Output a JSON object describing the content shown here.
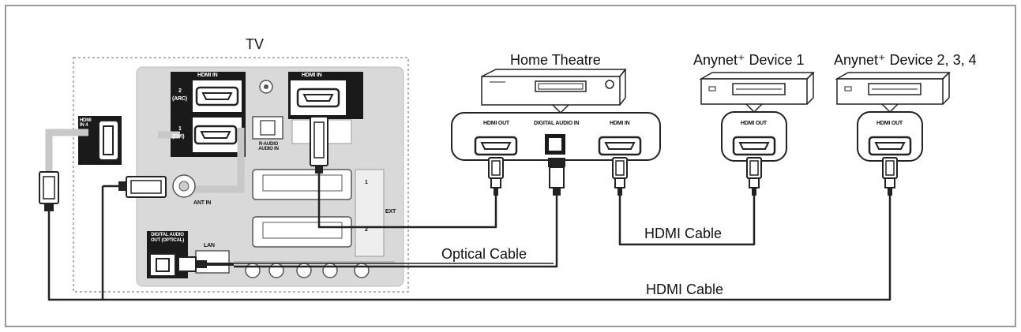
{
  "labels": {
    "tv": "TV",
    "home_theatre": "Home Theatre",
    "anynet_device_1": "Anynet⁺ Device 1",
    "anynet_device_234": "Anynet⁺ Device 2, 3, 4",
    "optical_cable": "Optical Cable",
    "hdmi_cable_upper": "HDMI Cable",
    "hdmi_cable_lower": "HDMI Cable"
  },
  "port_labels": {
    "tv_hdmi_in_left": "HDMI IN",
    "tv_hdmi_in_right": "HDMI IN",
    "tv_port_2": "2",
    "tv_port_2_sub": "(ARC)",
    "tv_port_1": "1",
    "tv_port_1_sub": "(DVI)",
    "tv_side_hdmi": "HDMI IN 4",
    "tv_digital_audio_out": "DIGITAL AUDIO OUT (OPTICAL)",
    "tv_lan": "LAN",
    "tv_ant_in": "ANT IN",
    "tv_av_audio": "R-AUDIO AUDIO IN",
    "tv_ext_1": "1",
    "tv_ext_2": "2",
    "tv_ext": "EXT",
    "ht_hdmi_out": "HDMI OUT",
    "ht_digital_audio_in": "DIGITAL AUDIO IN",
    "ht_hdmi_in": "HDMI IN",
    "dev1_hdmi_out": "HDMI OUT",
    "dev234_hdmi_out": "HDMI OUT"
  },
  "colors": {
    "frame": "#9a9a9a",
    "panel": "#d9d9d9",
    "dark_block": "#1a1a1a",
    "cable": "#222222",
    "cable_gray": "#c8c8c8"
  }
}
